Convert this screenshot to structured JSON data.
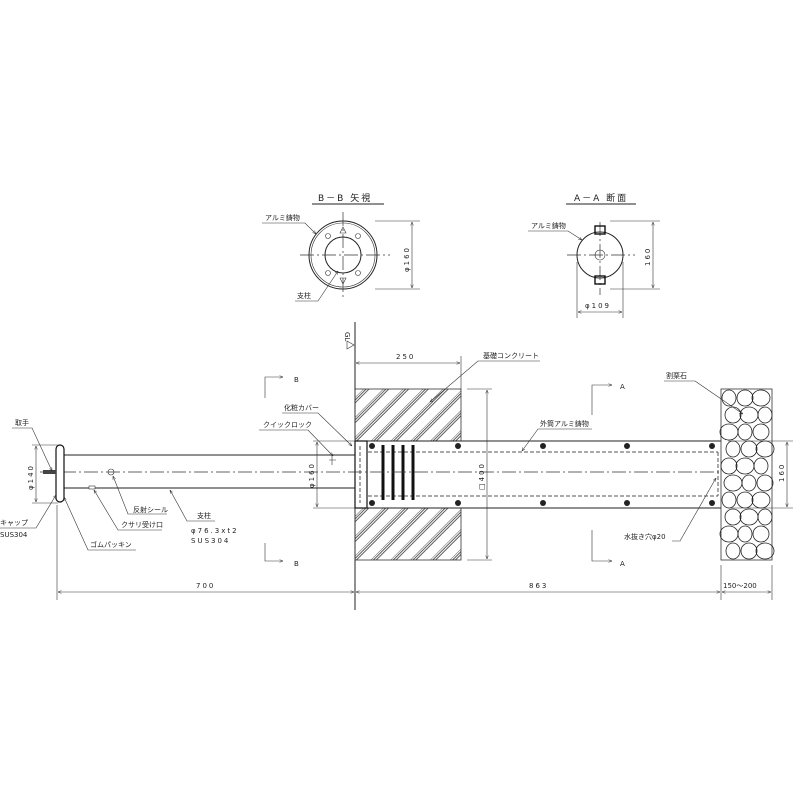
{
  "views": {
    "bb_title": "B－B 矢視",
    "aa_title": "A－A 断面",
    "bb_alu_label": "アルミ鋳物",
    "bb_post_label": "支柱",
    "bb_dia": "φ160",
    "aa_alu_label": "アルミ鋳物",
    "aa_height": "160",
    "aa_dia": "φ109"
  },
  "labels": {
    "gl": "GL",
    "handle": "取手",
    "cap": "キャップ",
    "cap_material": "SUS304",
    "rubber_packing": "ゴムパッキン",
    "chain_receiver": "クサリ受け口",
    "reflective_seal": "反射シール",
    "post": "支柱",
    "post_spec": "φ76.3xt2",
    "post_material": "SUS304",
    "decorative_cover": "化粧カバー",
    "quick_lock": "クイックロック",
    "foundation_concrete": "基礎コンクリート",
    "outer_tube": "外筒アルミ鋳物",
    "gravel": "割栗石",
    "drain_hole": "水抜き穴φ20",
    "section_b": "B",
    "section_a": "A"
  },
  "dimensions": {
    "cap_dia": "φ140",
    "cover_dia": "φ160",
    "concrete_depth": "250",
    "concrete_size": "□400",
    "tube_height": "160",
    "post_length": "700",
    "tube_length": "863",
    "gravel_depth": "150～200"
  }
}
